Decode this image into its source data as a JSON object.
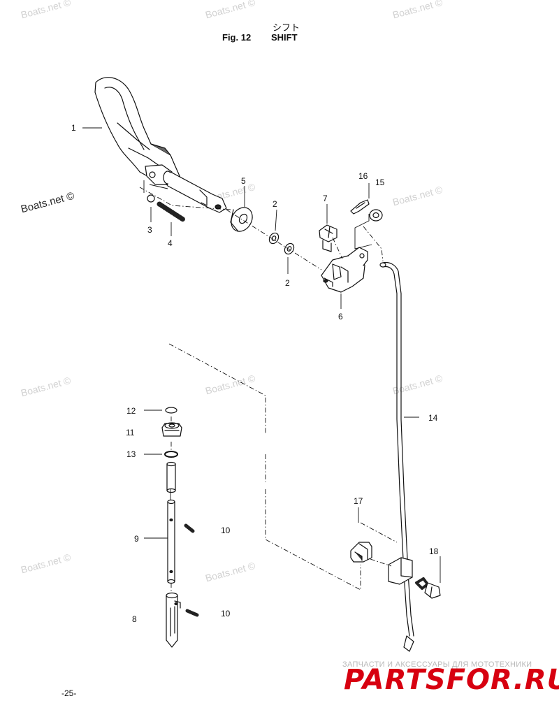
{
  "header": {
    "title_jp": "シフト",
    "fig_number": "Fig. 12",
    "fig_name": "SHIFT"
  },
  "page_number": "-25-",
  "watermark": "Boats.net ©",
  "footer": {
    "tagline": "ЗАПЧАСТИ И АКСЕССУАРЫ ДЛЯ МОТОТЕХНИКИ",
    "logo": "PARTSFOR.RU",
    "logo_color": "#d70010"
  },
  "callouts": {
    "p1": "1",
    "p2a": "2",
    "p2b": "2",
    "p3": "3",
    "p4": "4",
    "p5": "5",
    "p6": "6",
    "p7": "7",
    "p8": "8",
    "p9": "9",
    "p10a": "10",
    "p10b": "10",
    "p11": "11",
    "p12": "12",
    "p13": "13",
    "p14": "14",
    "p15": "15",
    "p16": "16",
    "p17": "17",
    "p18": "18"
  }
}
